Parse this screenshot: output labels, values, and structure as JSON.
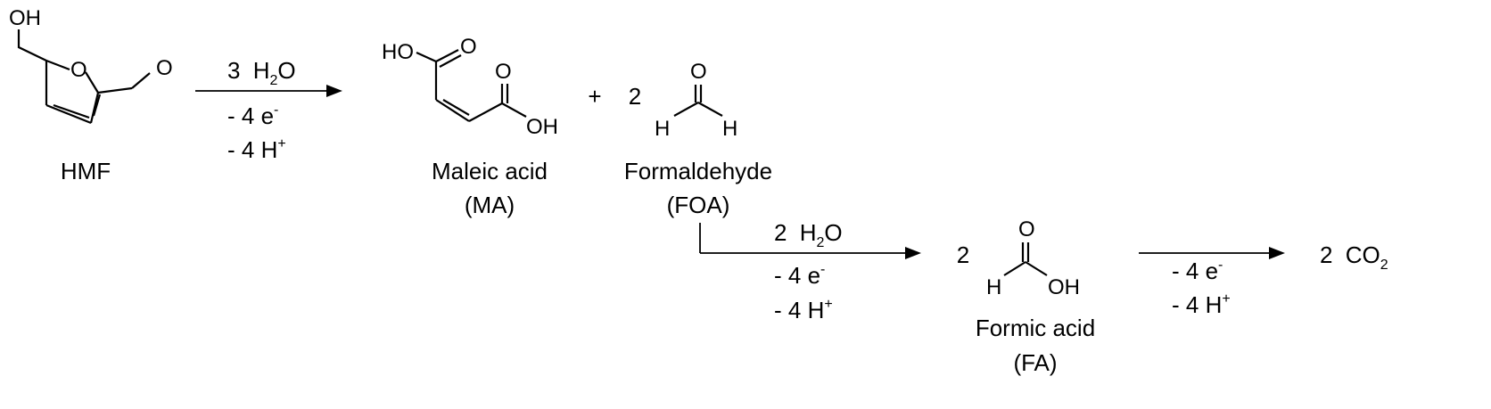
{
  "atoms": {
    "oh": "OH",
    "ho": "HO",
    "o": "O",
    "h": "H"
  },
  "compounds": {
    "hmf": {
      "name": "HMF"
    },
    "ma": {
      "name": "Maleic acid",
      "abbr": "(MA)"
    },
    "foa": {
      "name": "Formaldehyde",
      "abbr": "(FOA)",
      "coefficient": "2"
    },
    "fa": {
      "name": "Formic acid",
      "abbr": "(FA)",
      "coefficient": "2"
    },
    "co2": {
      "coefficient": "2",
      "formula": "CO",
      "subscript": "2"
    }
  },
  "plus": "+",
  "reactions": {
    "step1": {
      "reagent": {
        "coef": "3",
        "species": "H",
        "sub": "2",
        "tail": "O"
      },
      "electrons": {
        "text": "- 4 e",
        "sup": "-"
      },
      "protons": {
        "text": "- 4 H",
        "sup": "+"
      }
    },
    "step2": {
      "reagent": {
        "coef": "2",
        "species": "H",
        "sub": "2",
        "tail": "O"
      },
      "electrons": {
        "text": "- 4 e",
        "sup": "-"
      },
      "protons": {
        "text": "- 4 H",
        "sup": "+"
      }
    },
    "step3": {
      "electrons": {
        "text": "- 4 e",
        "sup": "-"
      },
      "protons": {
        "text": "- 4 H",
        "sup": "+"
      }
    }
  }
}
